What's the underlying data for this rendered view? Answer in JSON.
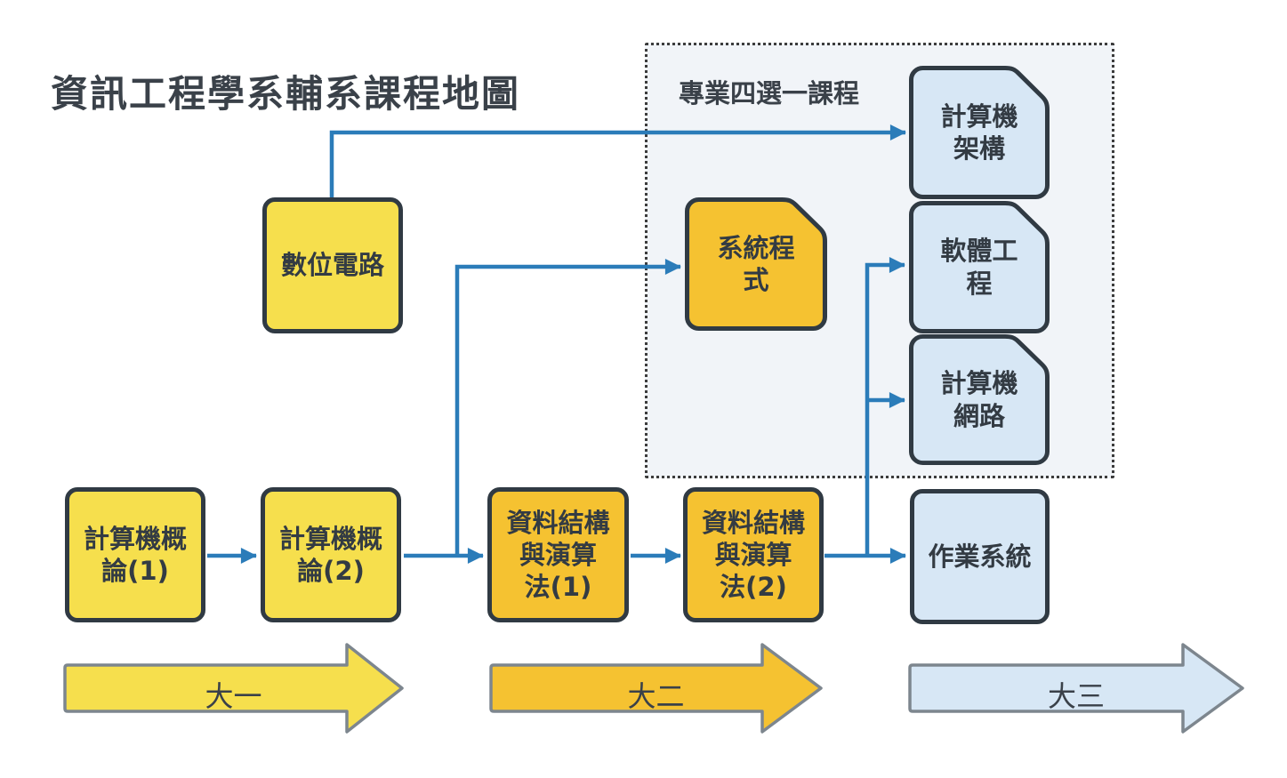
{
  "title": "資訊工程學系輔系課程地圖",
  "elective_group": {
    "label": "專業四選一課程",
    "description_type": "dotted-group-box"
  },
  "courses": {
    "digital_circuits": "數位電路",
    "intro_cs_1": "計算機概\n論(1)",
    "intro_cs_2": "計算機概\n論(2)",
    "data_structures_1": "資料結構\n與演算\n法(1)",
    "data_structures_2": "資料結構\n與演算\n法(2)",
    "system_programming": "系統程\n式",
    "computer_architecture": "計算機\n架構",
    "software_engineering": "軟體工\n程",
    "computer_networks": "計算機\n網路",
    "operating_systems": "作業系統"
  },
  "year_arrows": [
    {
      "label": "大一"
    },
    {
      "label": "大二"
    },
    {
      "label": "大三"
    }
  ],
  "colors": {
    "freshman_yellow": "#F6DF4D",
    "sophomore_gold": "#F5C231",
    "junior_blue": "#D7E7F5",
    "connector_blue": "#2B7CB9",
    "box_border": "#303A43",
    "year_arrow_border": "#7D868E",
    "text_dark": "#3A4149",
    "elective_group_background": "#F1F4F8"
  }
}
